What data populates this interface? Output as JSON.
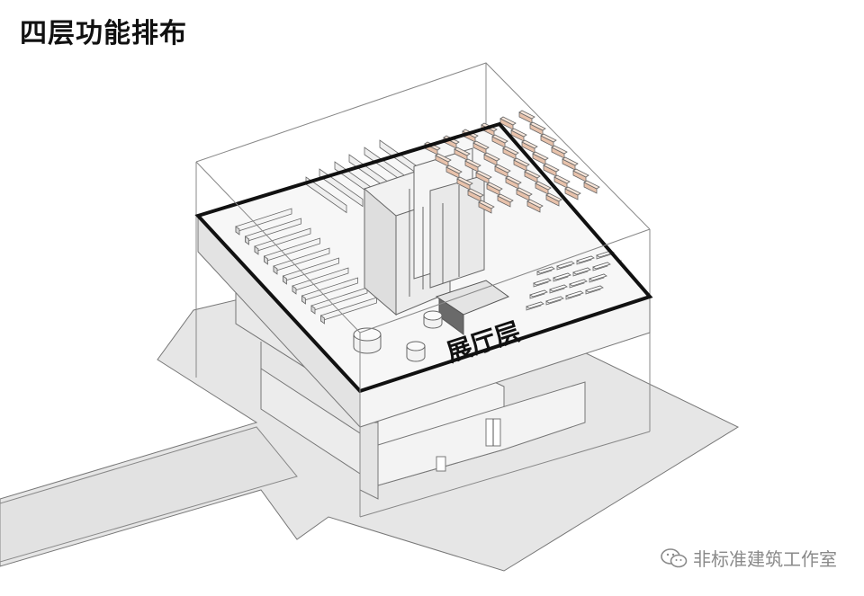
{
  "page": {
    "title": "四层功能排布",
    "watermark": "非标准建筑工作室"
  },
  "diagram": {
    "floor_label": "展厅层",
    "colors": {
      "ground": "#e6e6e6",
      "wall": "#f2f2f2",
      "wall_shade": "#dcdcdc",
      "highlight": "#111111",
      "furniture_accent": "#e8c2ab",
      "line": "#777777"
    }
  },
  "icons": {
    "watermark_icon": "wechat-icon"
  }
}
